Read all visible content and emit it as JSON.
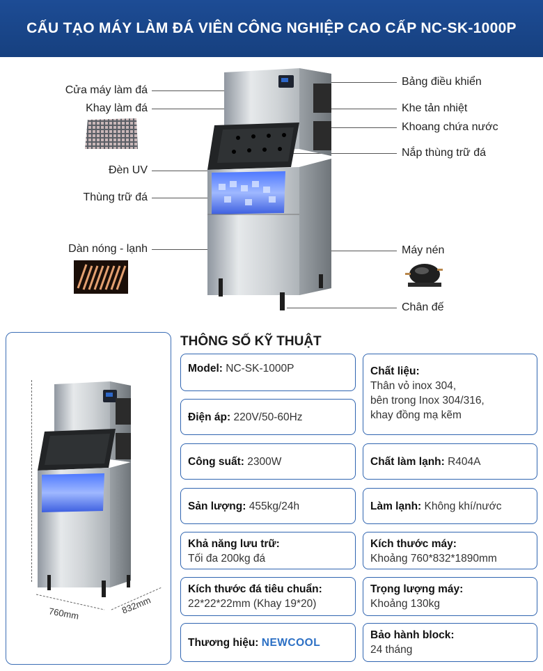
{
  "header": {
    "title": "CẤU TẠO MÁY LÀM ĐÁ VIÊN CÔNG NGHIỆP CAO CẤP NC-SK-1000P"
  },
  "parts": {
    "left": [
      "Cửa máy làm đá",
      "Khay làm đá",
      "Đèn UV",
      "Thùng trữ đá",
      "Dàn nóng - lạnh"
    ],
    "right": [
      "Bảng điều khiển",
      "Khe tản nhiệt",
      "Khoang chứa nước",
      "Nắp thùng trữ đá",
      "Máy nén",
      "Chân đế"
    ]
  },
  "dimensions": {
    "height": "1890mm",
    "width": "760mm",
    "depth": "832mm"
  },
  "specs": {
    "title": "THÔNG SỐ KỸ THUẬT",
    "model": {
      "k": "Model:",
      "v": "NC-SK-1000P"
    },
    "voltage": {
      "k": "Điện áp:",
      "v": "220V/50-60Hz"
    },
    "power": {
      "k": "Công suất:",
      "v": "2300W"
    },
    "output": {
      "k": "Sản lượng:",
      "v": "455kg/24h"
    },
    "storage": {
      "k": "Khả năng lưu trữ:",
      "v": "Tối đa 200kg đá"
    },
    "ice_size": {
      "k": "Kích thước đá tiêu chuẩn:",
      "v": "22*22*22mm (Khay 19*20)"
    },
    "brand": {
      "k": "Thương hiệu:",
      "v": "NEWCOOL"
    },
    "material": {
      "k": "Chất liệu:",
      "v1": "Thân vỏ inox 304,",
      "v2": "bên trong Inox 304/316,",
      "v3": "khay đồng mạ kẽm"
    },
    "refrigerant": {
      "k": "Chất làm lạnh:",
      "v": "R404A"
    },
    "cooling": {
      "k": "Làm lạnh:",
      "v": "Không khí/nước"
    },
    "machine_size": {
      "k": "Kích thước máy:",
      "v": "Khoảng 760*832*1890mm"
    },
    "weight": {
      "k": "Trọng lượng máy:",
      "v": "Khoảng 130kg"
    },
    "warranty": {
      "k": "Bảo hành block:",
      "v": "24 tháng"
    }
  },
  "colors": {
    "header": "#1a4789",
    "border": "#2f64b0",
    "brand": "#2b6fc4"
  }
}
